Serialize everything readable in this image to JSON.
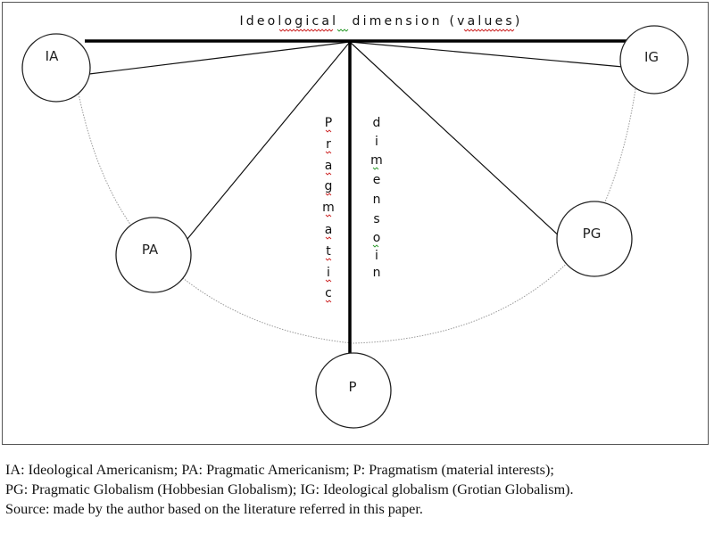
{
  "diagram": {
    "horizontal_axis_title": "Ideological  dimension (values)",
    "vertical_axis_left_letters": [
      "P",
      "r",
      "a",
      "g",
      "m",
      "a",
      "t",
      "i",
      "c"
    ],
    "vertical_axis_right_letters": [
      "d",
      "i",
      "m",
      "e",
      "n",
      "s",
      "o",
      "i",
      "n"
    ],
    "nodes": {
      "ia": "IA",
      "ig": "IG",
      "pa": "PA",
      "pg": "PG",
      "p": "P"
    }
  },
  "caption": {
    "line1": "IA: Ideological Americanism; PA: Pragmatic Americanism; P: Pragmatism (material interests);",
    "line2": "PG: Pragmatic Globalism (Hobbesian Globalism); IG: Ideological globalism (Grotian Globalism).",
    "line3": "Source: made by the author based on the literature referred in this paper."
  }
}
